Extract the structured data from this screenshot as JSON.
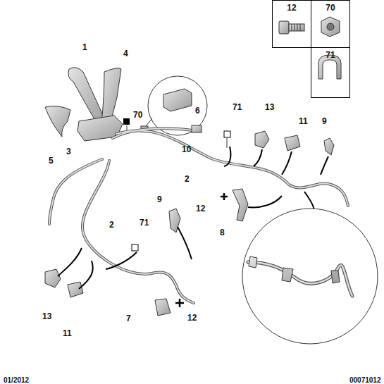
{
  "diagram": {
    "nodes": [
      {
        "text": [
          "12"
        ]
      },
      {
        "text": [
          "70"
        ]
      },
      {
        "text": [
          "71"
        ]
      }
    ],
    "labels": [
      "1",
      "4",
      "10",
      "3",
      "70",
      "6",
      "71",
      "13",
      "11",
      "9",
      "5",
      "2",
      "12",
      "8",
      "9",
      "2",
      "71",
      "13",
      "11",
      "7",
      "12",
      "01/2012",
      "00071012"
    ]
  }
}
